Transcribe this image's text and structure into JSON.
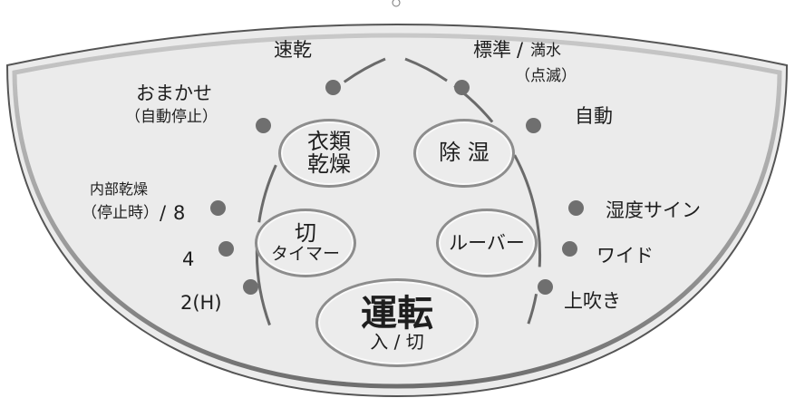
{
  "colors": {
    "panel_fill": "#ebebeb",
    "panel_rim": "#9a9a9a",
    "arc": "#6a6a6a",
    "indicator": "#6f6f6f",
    "button_border": "#8d8d8d"
  },
  "indicators": {
    "quick_dry": "速乾",
    "standard": "標準",
    "full_water": "満水",
    "blinking": "（点滅）",
    "auto": "自動",
    "omakase": "おまかせ",
    "omakase_note": "（自動停止）",
    "inner_dry_line1": "内部乾燥",
    "inner_dry_line2": "（停止時）",
    "slash": "/",
    "hour_8": "8",
    "hour_4": "4",
    "hour_2h": "2(H)",
    "humidity_sign": "湿度サイン",
    "wide": "ワイド",
    "upward": "上吹き"
  },
  "buttons": {
    "clothes_dry": {
      "line1": "衣類",
      "line2": "乾燥"
    },
    "dehumidify": {
      "label": "除 湿"
    },
    "off_timer": {
      "line1": "切",
      "line2": "タイマー"
    },
    "louver": {
      "label": "ルーバー"
    },
    "operation": {
      "line1": "運転",
      "line2": "入 / 切"
    }
  }
}
